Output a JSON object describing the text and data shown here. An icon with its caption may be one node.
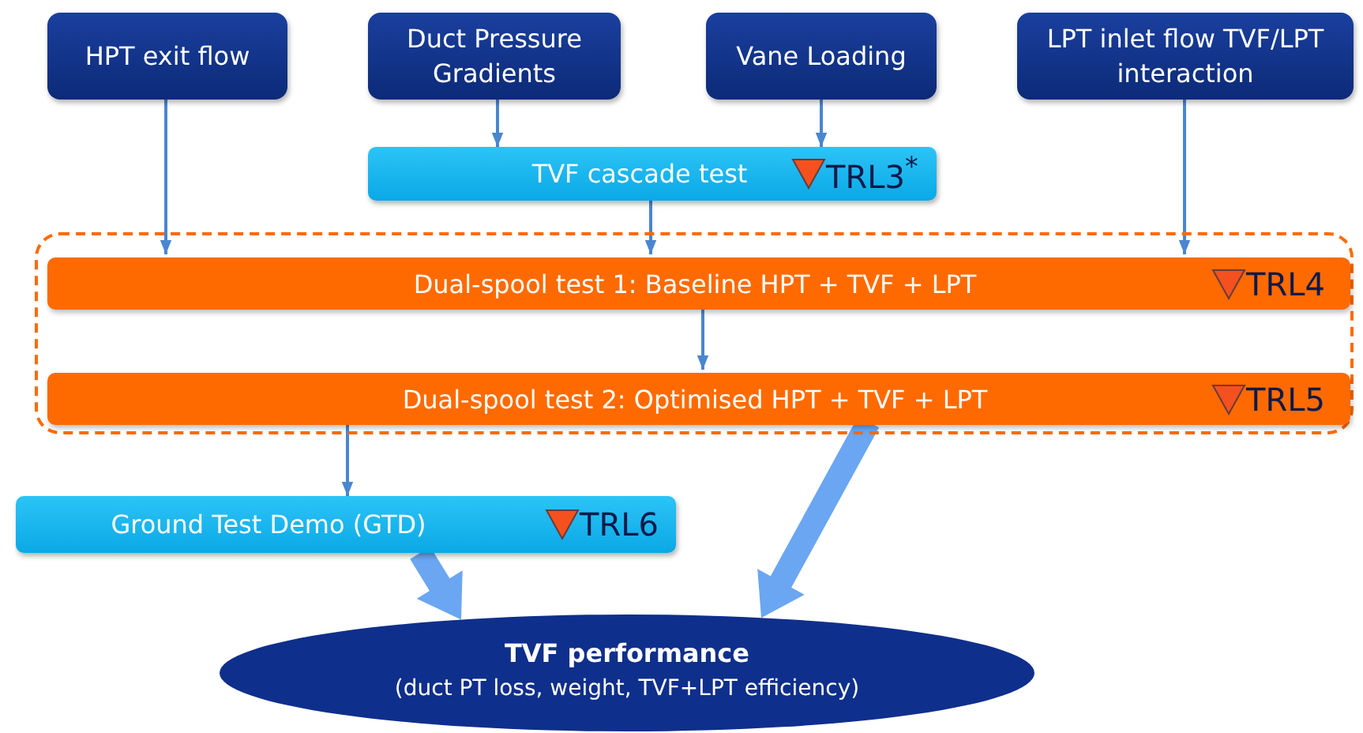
{
  "diagram": {
    "nodes": [
      {
        "text": [
          "HPT exit flow"
        ]
      },
      {
        "text": [
          "Duct Pressure Gradients"
        ]
      },
      {
        "text": [
          "Vane Loading"
        ]
      },
      {
        "text": [
          "LPT inlet flow TVF/LPT interaction"
        ]
      },
      {
        "text": [
          "TVF cascade test",
          "TRL3$^{*}$"
        ]
      },
      {
        "text": [],
        "shape": "box"
      },
      {
        "text": [
          "Dual-spool test 1: Baseline HPT + TVF + LPT",
          "TRL4"
        ],
        "in": 5
      },
      {
        "text": [
          "Dual-spool test 2: Optimised HPT + TVF + LPT",
          "TRL5"
        ],
        "in": 5
      },
      {
        "text": [
          "Ground Test Demo (GTD)",
          "TRL6"
        ]
      },
      {
        "text": [
          "TVF performance",
          "(duct PT loss, weight, TVF+LPT efficiency)"
        ]
      }
    ],
    "edges": [
      {
        "from": 1,
        "to": 4,
        "arrow": "to"
      },
      {
        "from": 2,
        "to": 4,
        "arrow": "to"
      },
      {
        "from": 0,
        "to": 6,
        "arrow": "to"
      },
      {
        "from": 4,
        "to": 6,
        "arrow": "to"
      },
      {
        "from": 3,
        "to": 6,
        "arrow": "to"
      },
      {
        "from": 6,
        "to": 7,
        "arrow": "to"
      },
      {
        "from": 7,
        "to": 8,
        "arrow": "to"
      },
      {
        "from": 8,
        "to": 9,
        "arrow": "to",
        "style": "thick",
        "color": "#6aa6f2"
      },
      {
        "from": 7,
        "to": 9,
        "arrow": "to",
        "style": "thick",
        "color": "#6aa6f2"
      }
    ]
  }
}
